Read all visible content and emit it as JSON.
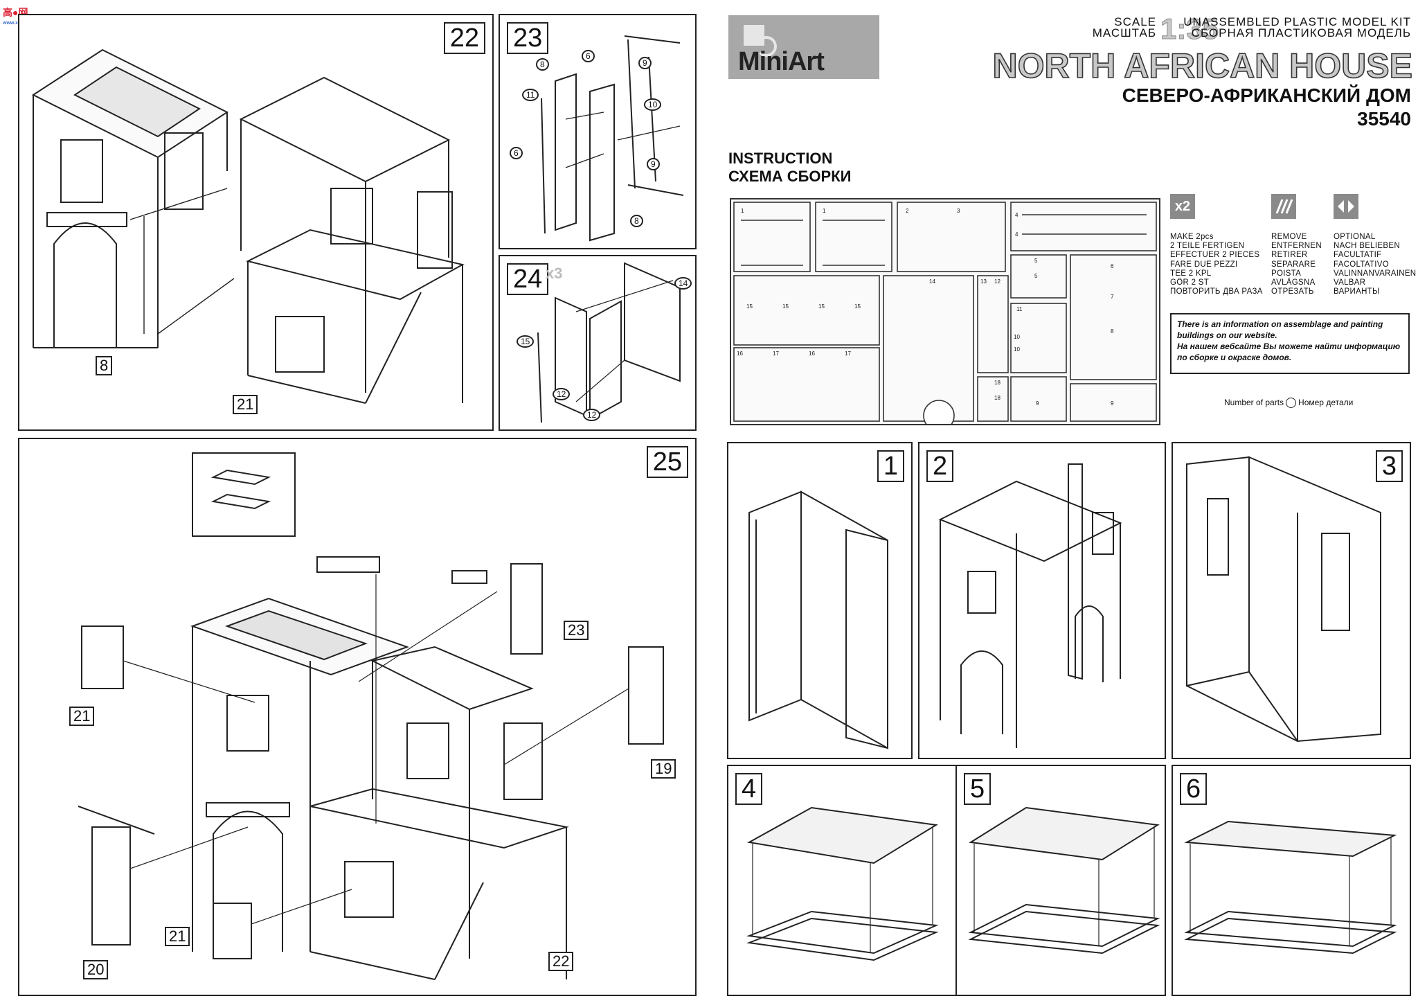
{
  "watermark": {
    "top": "高●网",
    "bottom": "www.xxxxxx.com"
  },
  "brand": {
    "logo": "MiniArt"
  },
  "header": {
    "scale_label_en": "SCALE",
    "scale_label_ru": "МАСШТАБ",
    "scale_value": "1:35",
    "kit_type_en": "UNASSEMBLED PLASTIC MODEL KIT",
    "kit_type_ru": "СБОРНАЯ ПЛАСТИКОВАЯ МОДЕЛЬ",
    "title_en": "NORTH AFRICAN HOUSE",
    "title_ru": "СЕВЕРО-АФРИКАНСКИЙ ДОМ",
    "kit_number": "35540"
  },
  "instruction": {
    "en": "INSTRUCTION",
    "ru": "СХЕМА СБОРКИ"
  },
  "legend": {
    "make_two": {
      "icon": "x2",
      "lines": [
        "MAKE 2pcs",
        "2 TEILE FERTIGEN",
        "EFFECTUER 2 PIECES",
        "FARE DUE PEZZI",
        "TEE 2 KPL",
        "GÖR 2 ST",
        "ПОВТОРИТЬ ДВА РАЗА"
      ]
    },
    "remove": {
      "icon": "cut-icon",
      "lines": [
        "REMOVE",
        "ENTFERNEN",
        "RETIRER",
        "SEPARARE",
        "POISTA",
        "AVLÄGSNA",
        "ОТРЕЗАТЬ"
      ]
    },
    "optional": {
      "icon": "optional-icon",
      "lines": [
        "OPTIONAL",
        "NACH BELIEBEN",
        "FACULTATIF",
        "FACOLTATIVO",
        "VALINNANVARAINEN",
        "VALBAR",
        "ВАРИАНТЫ"
      ]
    }
  },
  "info_box": {
    "line1": "There is an information on assemblage and painting",
    "line2": "buildings on our website.",
    "line3": "На нашем вебсайте Вы можете найти информацию",
    "line4": "по сборке и окраске домов."
  },
  "number_of_parts": {
    "en": "Number of parts",
    "ru": "Номер детали"
  },
  "sprue_labels": [
    "1",
    "1",
    "2",
    "3",
    "4",
    "4",
    "5",
    "5",
    "6",
    "7",
    "8",
    "9",
    "9",
    "10",
    "10",
    "11",
    "12",
    "13",
    "14",
    "15",
    "15",
    "15",
    "15",
    "16",
    "17",
    "16",
    "17",
    "18",
    "18"
  ],
  "steps": {
    "s1": "1",
    "s2": "2",
    "s3": "3",
    "s4": "4",
    "s5": "5",
    "s6": "6",
    "s22": "22",
    "s23": "23",
    "s24": "24",
    "s24_mult": "x3",
    "s25": "25"
  },
  "callouts": {
    "p22_a": "8",
    "p22_b": "21",
    "p23": [
      "8",
      "6",
      "9",
      "11",
      "10",
      "6",
      "9",
      "8"
    ],
    "p24": [
      "14",
      "15",
      "12",
      "12"
    ],
    "p25": [
      "21",
      "23",
      "19",
      "21",
      "20",
      "22"
    ]
  }
}
